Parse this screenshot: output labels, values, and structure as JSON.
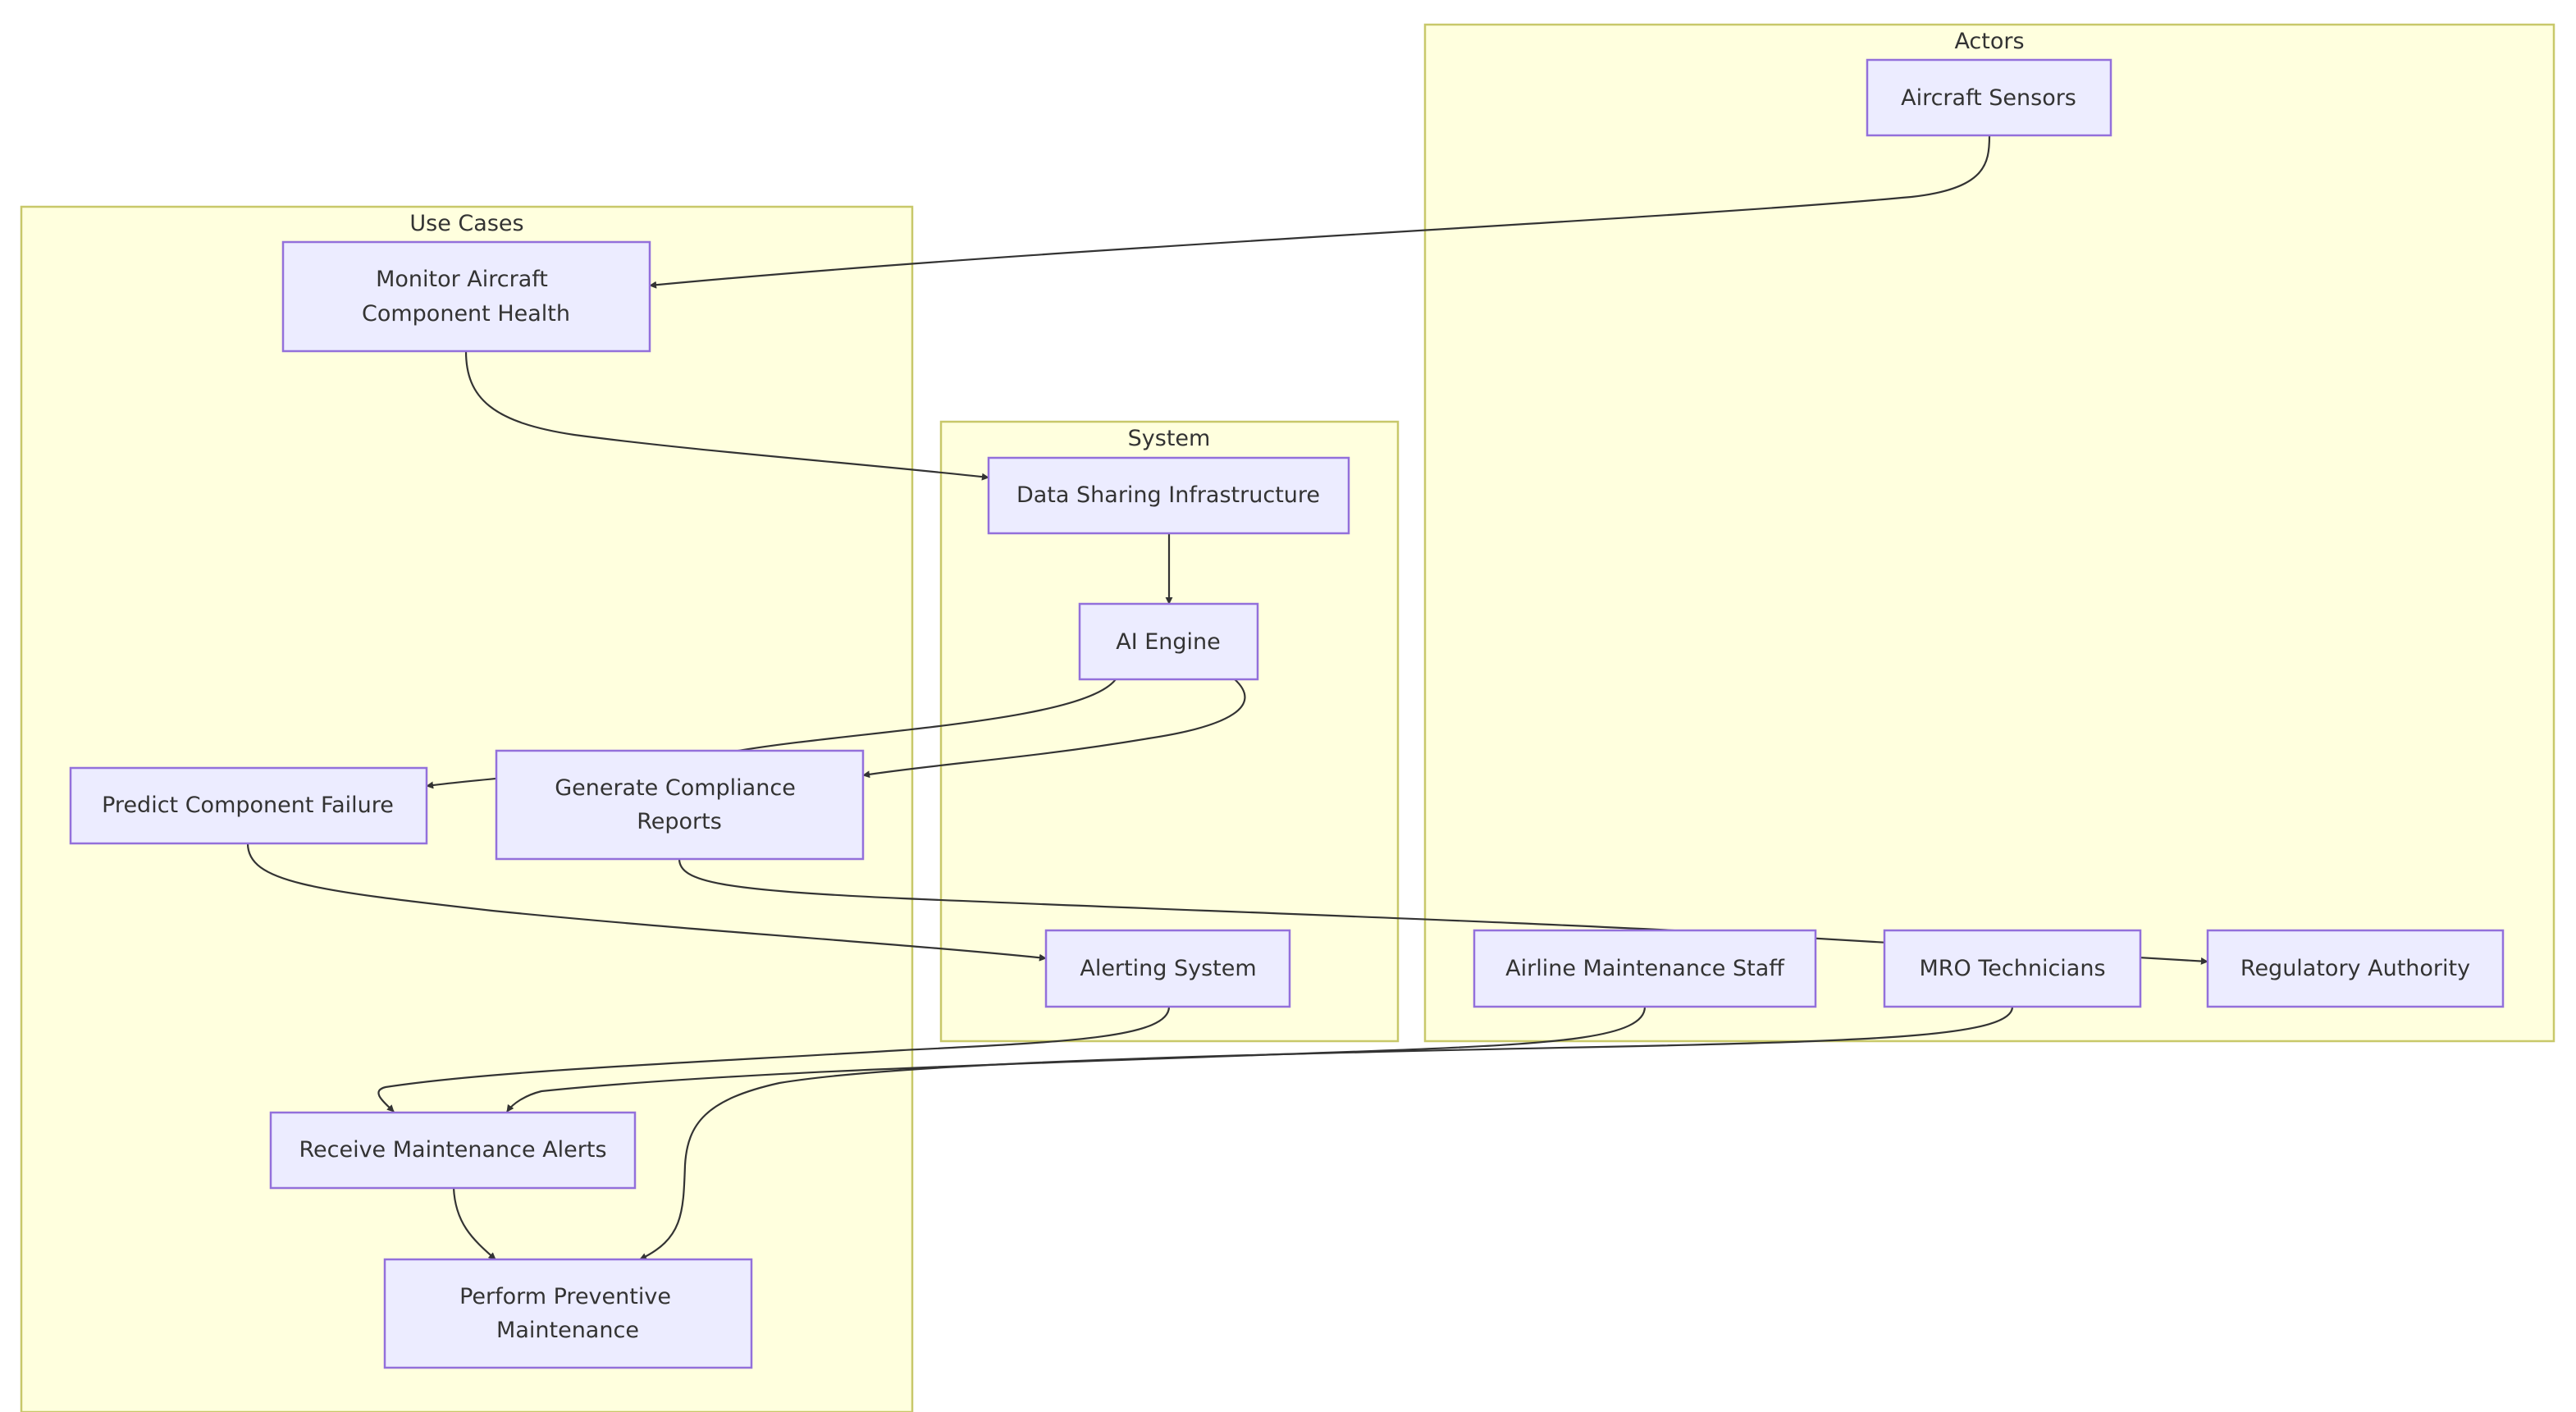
{
  "diagram": {
    "type": "flowchart",
    "colors": {
      "cluster_fill": "#ffffde",
      "cluster_stroke": "#c8c86a",
      "node_fill": "#ececff",
      "node_stroke": "#9370db",
      "text": "#333333",
      "edge": "#333333"
    },
    "clusters": {
      "actors": {
        "label": "Actors"
      },
      "use_cases": {
        "label": "Use Cases"
      },
      "system": {
        "label": "System"
      }
    },
    "nodes": {
      "aircraft_sensors": {
        "label": [
          "Aircraft Sensors"
        ]
      },
      "monitor_health": {
        "label": [
          "Monitor Aircraft",
          "Component Health"
        ]
      },
      "data_sharing": {
        "label": [
          "Data Sharing Infrastructure"
        ]
      },
      "ai_engine": {
        "label": [
          "AI Engine"
        ]
      },
      "predict_failure": {
        "label": [
          "Predict Component Failure"
        ]
      },
      "compliance_reports": {
        "label": [
          "Generate Compliance",
          "Reports"
        ]
      },
      "alerting_system": {
        "label": [
          "Alerting System"
        ]
      },
      "airline_staff": {
        "label": [
          "Airline Maintenance Staff"
        ]
      },
      "mro_technicians": {
        "label": [
          "MRO Technicians"
        ]
      },
      "regulatory_authority": {
        "label": [
          "Regulatory Authority"
        ]
      },
      "receive_alerts": {
        "label": [
          "Receive Maintenance Alerts"
        ]
      },
      "preventive_maintenance": {
        "label": [
          "Perform Preventive",
          "Maintenance"
        ]
      }
    },
    "edges": [
      {
        "from": "aircraft_sensors",
        "to": "monitor_health"
      },
      {
        "from": "monitor_health",
        "to": "data_sharing"
      },
      {
        "from": "data_sharing",
        "to": "ai_engine"
      },
      {
        "from": "ai_engine",
        "to": "predict_failure"
      },
      {
        "from": "ai_engine",
        "to": "compliance_reports"
      },
      {
        "from": "predict_failure",
        "to": "alerting_system"
      },
      {
        "from": "compliance_reports",
        "to": "regulatory_authority"
      },
      {
        "from": "alerting_system",
        "to": "receive_alerts"
      },
      {
        "from": "airline_staff",
        "to": "receive_alerts"
      },
      {
        "from": "receive_alerts",
        "to": "preventive_maintenance"
      },
      {
        "from": "mro_technicians",
        "to": "preventive_maintenance"
      }
    ]
  }
}
